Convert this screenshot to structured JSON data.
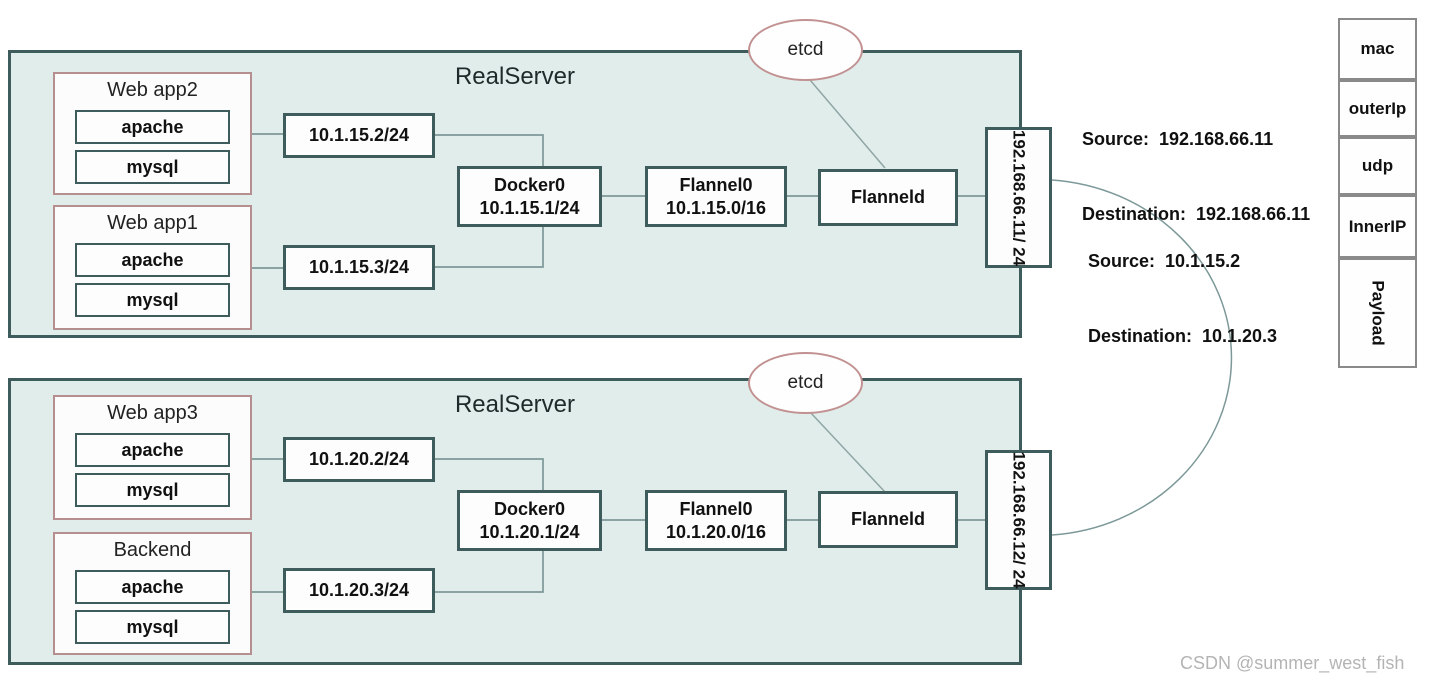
{
  "etcd_label": "etcd",
  "watermark": "CSDN @summer_west_fish",
  "servers": [
    {
      "title": "RealServer",
      "groups": [
        {
          "label": "Web app2",
          "services": [
            "apache",
            "mysql"
          ]
        },
        {
          "label": "Web app1",
          "services": [
            "apache",
            "mysql"
          ]
        }
      ],
      "pod_ips": [
        "10.1.15.2/24",
        "10.1.15.3/24"
      ],
      "docker0": {
        "name": "Docker0",
        "ip": "10.1.15.1/24"
      },
      "flannel0": {
        "name": "Flannel0",
        "ip": "10.1.15.0/16"
      },
      "flanneld": "Flanneld",
      "host_ip": "192.168.66.11/ 24"
    },
    {
      "title": "RealServer",
      "groups": [
        {
          "label": "Web app3",
          "services": [
            "apache",
            "mysql"
          ]
        },
        {
          "label": "Backend",
          "services": [
            "apache",
            "mysql"
          ]
        }
      ],
      "pod_ips": [
        "10.1.20.2/24",
        "10.1.20.3/24"
      ],
      "docker0": {
        "name": "Docker0",
        "ip": "10.1.20.1/24"
      },
      "flannel0": {
        "name": "Flannel0",
        "ip": "10.1.20.0/16"
      },
      "flanneld": "Flanneld",
      "host_ip": "192.168.66.12/ 24"
    }
  ],
  "annotations": {
    "outer_packet": {
      "source": "Source:  192.168.66.11",
      "destination": "Destination:  192.168.66.11"
    },
    "inner_packet": {
      "source": "Source:  10.1.15.2",
      "destination": "Destination:  10.1.20.3"
    }
  },
  "packet_stack": [
    "mac",
    "outerIp",
    "udp",
    "InnerIP",
    "Payload"
  ],
  "colors": {
    "server_fill": "#e1edeb",
    "server_border": "#3e5c5c",
    "group_border": "#b58f8f",
    "etcd_border": "#c29292",
    "wire": "#7d9898",
    "packet_border": "#8a8a8a"
  }
}
